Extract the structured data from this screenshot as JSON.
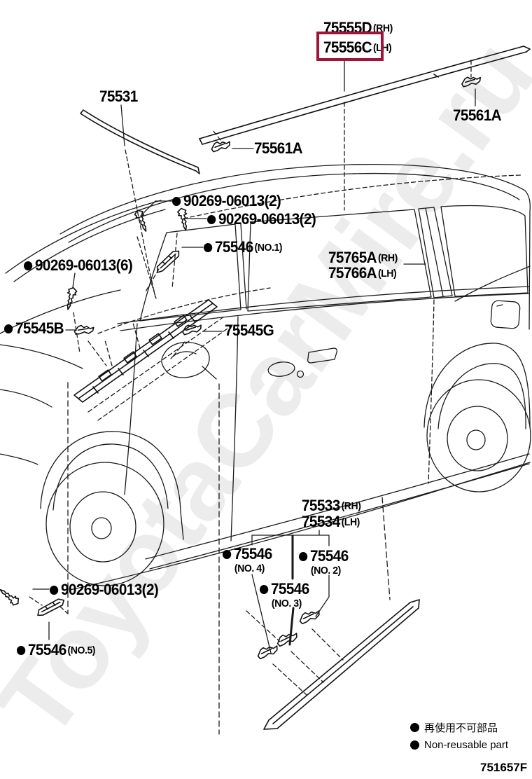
{
  "page": {
    "diagram_code": "751657F",
    "watermark": "ToyotaCarMire.ru",
    "background": "#ffffff"
  },
  "colors": {
    "line": "#1a1a1a",
    "highlight_box": "#A0143C",
    "watermark_gray": "#e9e9e9"
  },
  "legend": {
    "cn": "再使用不可部品",
    "en": "Non-reusable part"
  },
  "labels": [
    {
      "main": "75555D",
      "suffix": "(RH)",
      "dot": false
    },
    {
      "main": "75556C",
      "suffix": "(LH)",
      "dot": false,
      "highlighted": true
    },
    {
      "main": "75531",
      "suffix": "",
      "dot": false
    },
    {
      "main": "75561A",
      "suffix": "",
      "dot": false
    },
    {
      "main": "75561A",
      "suffix": "",
      "dot": false
    },
    {
      "main": "90269-06013(2)",
      "suffix": "",
      "dot": true
    },
    {
      "main": "90269-06013(2)",
      "suffix": "",
      "dot": true
    },
    {
      "main": "75546",
      "suffix": "(NO.1)",
      "dot": true
    },
    {
      "main": "90269-06013(6)",
      "suffix": "",
      "dot": true
    },
    {
      "main": "75545B",
      "suffix": "",
      "dot": true
    },
    {
      "main": "75545G",
      "suffix": "",
      "dot": false
    },
    {
      "main": "75765A",
      "suffix": "(RH)",
      "dot": false
    },
    {
      "main": "75766A",
      "suffix": "(LH)",
      "dot": false
    },
    {
      "main": "75533",
      "suffix": "(RH)",
      "dot": false
    },
    {
      "main": "75534",
      "suffix": "(LH)",
      "dot": false
    },
    {
      "main": "75546",
      "suffix": "(NO. 4)",
      "dot": true
    },
    {
      "main": "75546",
      "suffix": "(NO. 2)",
      "dot": true
    },
    {
      "main": "75546",
      "suffix": "(NO. 3)",
      "dot": true
    },
    {
      "main": "90269-06013(2)",
      "suffix": "",
      "dot": true
    },
    {
      "main": "75546",
      "suffix": "(NO.5)",
      "dot": true
    }
  ]
}
